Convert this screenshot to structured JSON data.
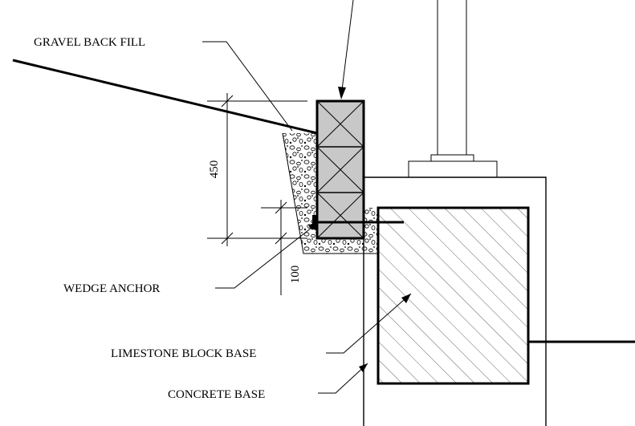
{
  "labels": {
    "gravel_back_fill": "GRAVEL BACK FILL",
    "wedge_anchor": "WEDGE ANCHOR",
    "limestone_block_base": "LIMESTONE BLOCK BASE",
    "concrete_base": "CONCRETE BASE"
  },
  "dimensions": {
    "wall_height": "450",
    "embed_depth": "100"
  }
}
